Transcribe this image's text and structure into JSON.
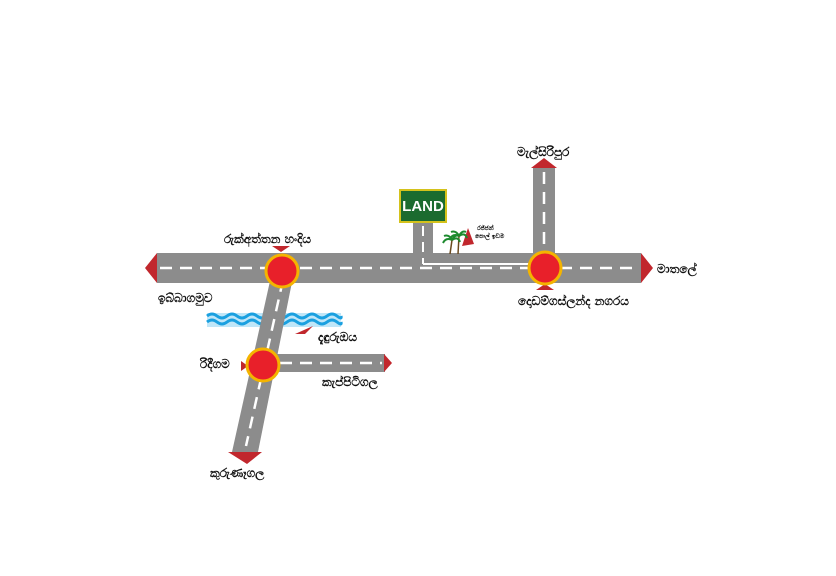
{
  "land_label": "LAND",
  "places": {
    "malsiripura": "මැල්සිරිපුර",
    "rukaththana": "රුක්අත්තන හංදිය",
    "ibbagamuwa": "ඉබ්බාගමුව",
    "mathale": "මාතලේ",
    "dodamgaslanda": "දොඩම්ගස්ලන්ද නගරය",
    "dandurukdaya": "දැඳුරුඔය",
    "ridigama": "රිදීගම",
    "keppitigala": "කැප්පිටිගල",
    "kurunegala": "කුරුණෑගල",
    "landmark_line1": "රජ්ජන්",
    "landmark_line2": "පොල් ඉඩම"
  },
  "colors": {
    "road": "#8c8c8c",
    "road_edge": "#6e6e6e",
    "marker": "#e8202a",
    "marker_ring": "#f4b400",
    "arrow": "#c1272d",
    "water": "#1aa0e0",
    "land_bg": "#1b6b2f",
    "land_border": "#d4c21c"
  },
  "icons": [
    "palm-tree-icon",
    "direction-arrow-icon",
    "junction-marker-icon",
    "water-icon"
  ]
}
